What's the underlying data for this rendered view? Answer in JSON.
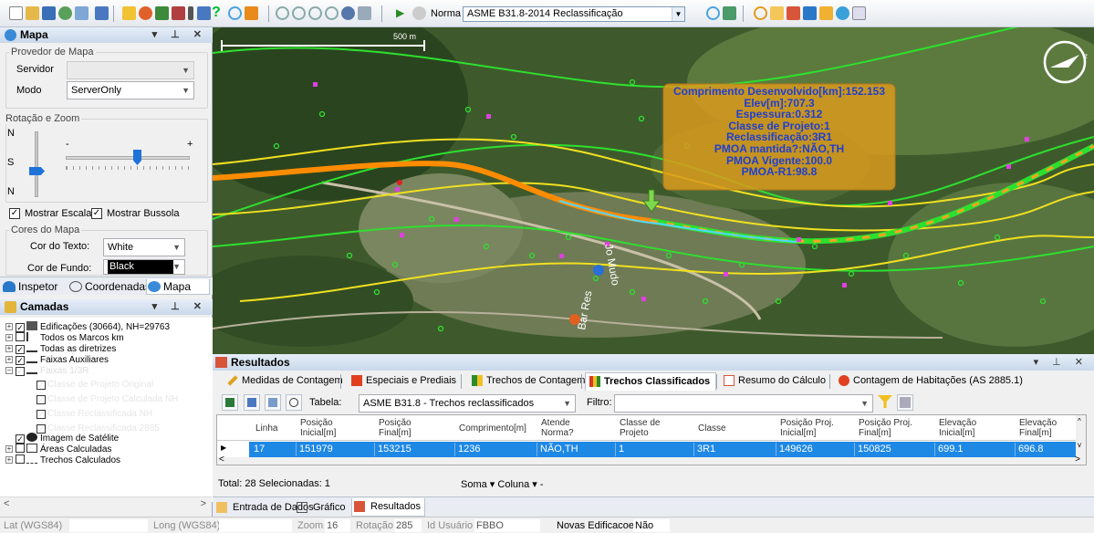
{
  "toolbar": {
    "norma_label": "Norma",
    "norma_value": "ASME B31.8-2014 Reclassificação"
  },
  "map_panel": {
    "title": "Mapa",
    "provider_group": "Provedor de Mapa",
    "server_label": "Servidor",
    "mode_label": "Modo",
    "mode_value": "ServerOnly",
    "rotzoom_group": "Rotação e Zoom",
    "n_label": "N",
    "s_label": "S",
    "n2_label": "N",
    "minus": "-",
    "plus": "+",
    "show_scale": "Mostrar Escala",
    "show_compass": "Mostrar Bussola",
    "colors_group": "Cores do Mapa",
    "text_color_label": "Cor do Texto:",
    "text_color_value": "White",
    "bg_color_label": "Cor de Fundo:",
    "bg_color_value": "Black",
    "tabs": [
      "Inspetor",
      "Coordenadas",
      "Mapa"
    ]
  },
  "layers": {
    "title": "Camadas",
    "items": [
      "Edificações (30664), NH=29763",
      "Todos os Marcos km",
      "Todas as diretrizes",
      "Faixas Auxiliares",
      "Faixas 1/3R",
      "Classe de Projeto Original",
      "Classe de Projeto Calculada NH",
      "Classe Reclassificada NH",
      "Classe Reclassificada 2885",
      "Imagem de Satélite",
      "Áreas Calculadas",
      "Trechos Calculados"
    ]
  },
  "map": {
    "scale_label": "500 m",
    "road_label1": "Jo Mudo",
    "road_label2": "Bar Res",
    "tooltip": [
      "Comprimento Desenvolvido[km]:152.153",
      "Elev[m]:707.3",
      "Espessura:0.312",
      "Classe de Projeto:1",
      "Reclassificação:3R1",
      "PMOA mantida?:NÃO,TH",
      "PMOA Vigente:100.0",
      "PMOA-R1:98.8"
    ]
  },
  "results": {
    "title": "Resultados",
    "tabs": [
      "Medidas de Contagem",
      "Especiais e Prediais",
      "Trechos de Contagem",
      "Trechos Classificados",
      "Resumo do Cálculo",
      "Contagem de Habitações (AS 2885.1)"
    ],
    "table_label": "Tabela:",
    "table_value": "ASME B31.8 - Trechos reclassificados",
    "filter_label": "Filtro:",
    "columns": [
      "Linha",
      "Posição Inicial[m]",
      "Posição Final[m]",
      "Comprimento[m]",
      "Atende Norma?",
      "Classe de Projeto",
      "Classe",
      "Posição Proj. Inicial[m]",
      "Posição Proj. Final[m]",
      "Elevação Inicial[m]",
      "Elevação Final[m]"
    ],
    "row": [
      "17",
      "151979",
      "153215",
      "1236",
      "NÃO,TH",
      "1",
      "3R1",
      "149626",
      "150825",
      "699.1",
      "696.8"
    ],
    "total": "Total: 28 Selecionadas: 1",
    "sum_label": "Soma",
    "col_label": "Coluna",
    "bottom_tabs": [
      "Entrada de Dados",
      "Gráfico",
      "Resultados"
    ]
  },
  "status": {
    "lat_label": "Lat (WGS84)",
    "long_label": "Long (WGS84)",
    "zoom_label": "Zoom",
    "zoom_value": "16",
    "rot_label": "Rotação",
    "rot_value": "285",
    "user_label": "Id Usuário",
    "user_value": "FBBO",
    "new_label": "Novas Edificacoes",
    "new_value": "Não"
  }
}
